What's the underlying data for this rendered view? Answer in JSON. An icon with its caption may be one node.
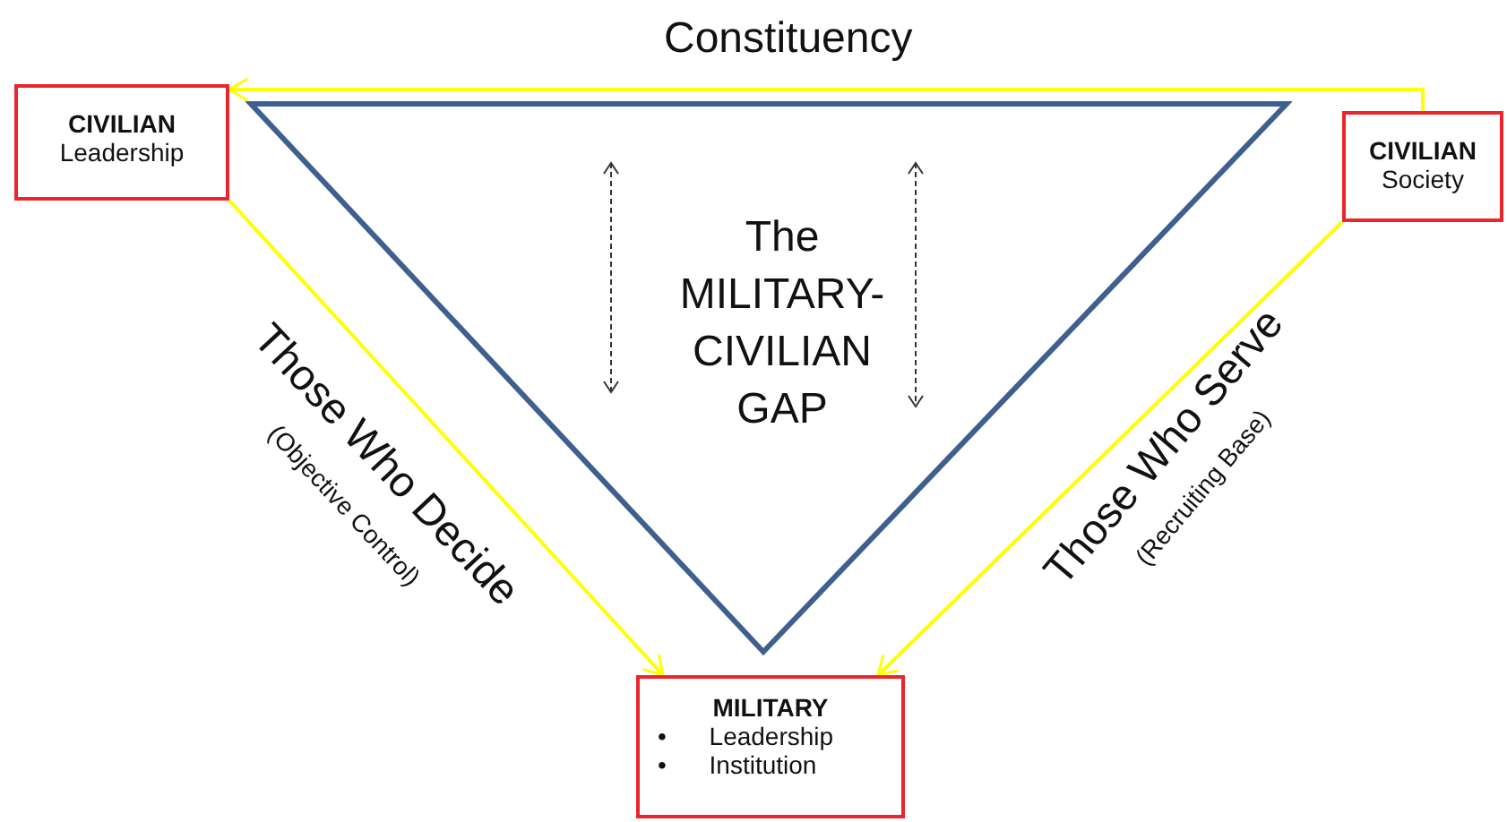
{
  "diagram": {
    "nodes": [
      {
        "text": [
          "CIVILIAN",
          "Leadership"
        ]
      },
      {
        "text": [
          "CIVILIAN",
          "Society"
        ]
      },
      {
        "text": [
          "The MILITARY-CIVILIAN GAP"
        ]
      },
      {
        "text": [
          "MILITARY",
          "• Leadership",
          "• Institution"
        ]
      }
    ],
    "edges": [
      {
        "from": 1,
        "to": 0,
        "arrow": "to",
        "label": "Constituency",
        "color": "#ffff00"
      },
      {
        "from": 0,
        "to": 3,
        "arrow": "to",
        "label": "Those Who Decide",
        "color": "#ffff00"
      },
      {
        "from": 1,
        "to": 3,
        "arrow": "to",
        "label": "Those Who Serve",
        "color": "#ffff00"
      }
    ],
    "labels": [
      "(Objective Control)",
      "(Recruiting Base)"
    ]
  }
}
